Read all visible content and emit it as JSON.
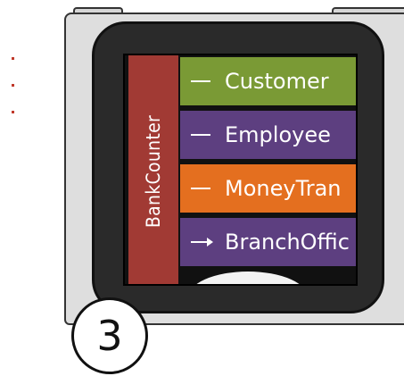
{
  "app": {
    "side_title": "BankCounter"
  },
  "menu": {
    "items": [
      {
        "label": "Customer",
        "color": "#7a9a35",
        "marker": "dash"
      },
      {
        "label": "Employee",
        "color": "#5d3f80",
        "marker": "dash"
      },
      {
        "label": "MoneyTran",
        "color": "#e46f1f",
        "marker": "dash"
      },
      {
        "label": "BranchOffic",
        "color": "#5d3f80",
        "marker": "arrow"
      }
    ]
  },
  "badge": {
    "number": "3"
  },
  "colors": {
    "side_bar": "#a13a34",
    "bezel": "#2a2a2a",
    "device_body": "#dedede"
  }
}
